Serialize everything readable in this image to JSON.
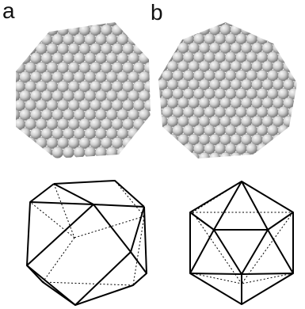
{
  "panels": {
    "a": {
      "label": "a",
      "shape": "cuboctahedron",
      "render": "sphere-cluster"
    },
    "b": {
      "label": "b",
      "shape": "icosahedron",
      "render": "sphere-cluster"
    }
  },
  "colors": {
    "background": "#ffffff",
    "sphere_light": "#f4f4f4",
    "sphere_mid": "#bdbdbd",
    "sphere_dark": "#6e6e6e",
    "edge": "#000000"
  }
}
